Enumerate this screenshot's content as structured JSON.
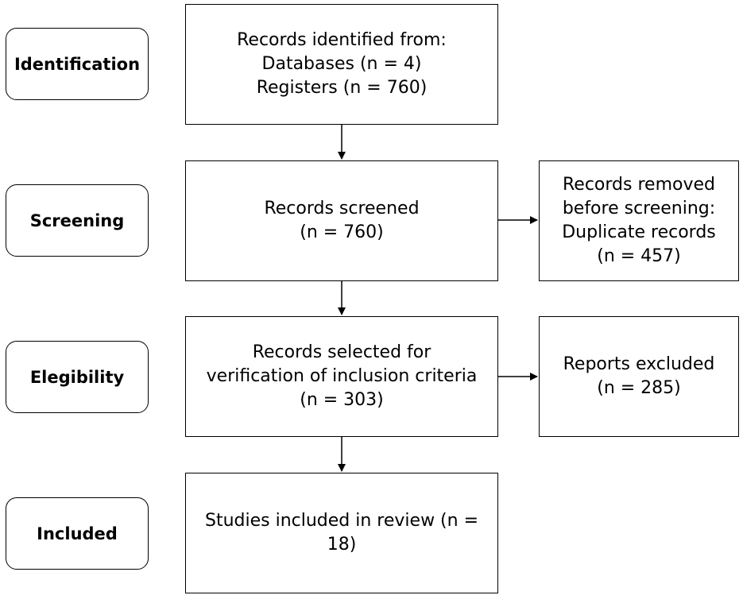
{
  "stages": [
    {
      "label": "Identification"
    },
    {
      "label": "Screening"
    },
    {
      "label": "Elegibility"
    },
    {
      "label": "Included"
    }
  ],
  "boxes": {
    "identified": {
      "lines": [
        "Records identified from:",
        "Databases (n = 4)",
        "Registers (n = 760)"
      ]
    },
    "screened": {
      "lines": [
        "Records screened",
        "(n = 760)"
      ]
    },
    "selected": {
      "lines": [
        "Records selected for",
        "verification of inclusion criteria",
        "(n = 303)"
      ]
    },
    "included": {
      "lines": [
        "Studies included in review (n =",
        "18)"
      ]
    },
    "removed": {
      "lines": [
        "Records removed",
        "before screening:",
        "Duplicate records",
        "(n = 457)"
      ]
    },
    "excluded": {
      "lines": [
        "Reports excluded",
        "(n = 285)"
      ]
    }
  }
}
